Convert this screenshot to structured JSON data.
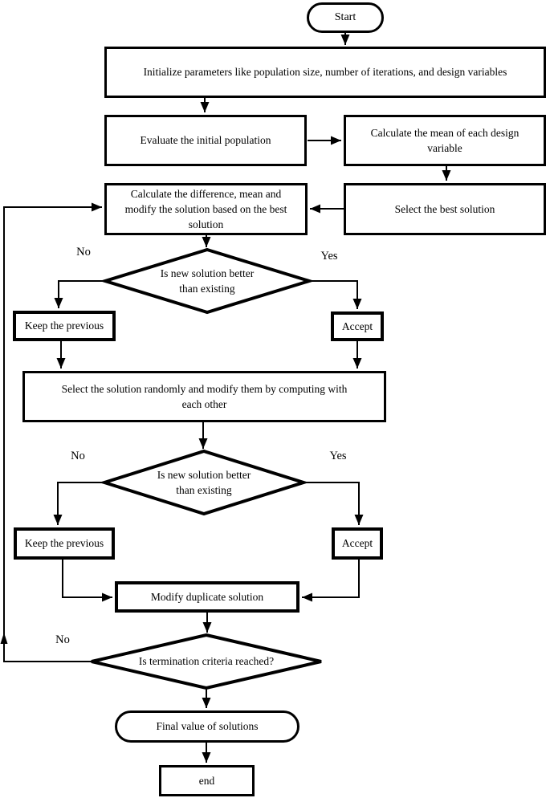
{
  "nodes": {
    "start": {
      "label": "Start"
    },
    "initialize": {
      "label": "Initialize parameters like population size, number of iterations, and design variables"
    },
    "evaluate": {
      "label": "Evaluate the initial population"
    },
    "calc_mean": {
      "lines": [
        "Calculate the mean of each design",
        "variable"
      ]
    },
    "calc_diff": {
      "lines": [
        "Calculate the difference, mean and",
        "modify the solution based on the best",
        "solution"
      ]
    },
    "select_best": {
      "label": "Select the best solution"
    },
    "decision1": {
      "lines": [
        "Is new solution better",
        "than existing"
      ]
    },
    "keep1": {
      "label": "Keep the previous"
    },
    "accept1": {
      "label": "Accept"
    },
    "random_modify": {
      "lines": [
        "Select the solution randomly and modify them by computing with",
        "each other"
      ]
    },
    "decision2": {
      "lines": [
        "Is new solution better",
        "than existing"
      ]
    },
    "keep2": {
      "label": "Keep the previous"
    },
    "accept2": {
      "label": "Accept"
    },
    "modify_duplicate": {
      "label": "Modify duplicate solution"
    },
    "decision3": {
      "label": "Is termination criteria reached?"
    },
    "final_value": {
      "label": "Final value of solutions"
    },
    "end": {
      "label": "end"
    }
  },
  "branch_labels": {
    "decision1_no": "No",
    "decision1_yes": "Yes",
    "decision2_no": "No",
    "decision2_yes": "Yes",
    "decision3_no": "No"
  },
  "colors": {
    "line": "#000000",
    "background": "#ffffff",
    "text": "#000000"
  }
}
